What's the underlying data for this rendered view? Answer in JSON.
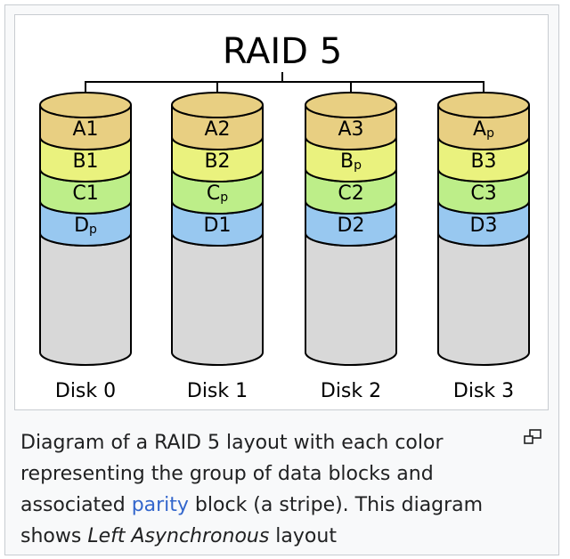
{
  "diagram": {
    "title": "RAID 5",
    "disks": [
      {
        "label": "Disk 0",
        "blocks": [
          {
            "letter": "A",
            "sub": "1",
            "color": "#e8cf82"
          },
          {
            "letter": "B",
            "sub": "1",
            "color": "#eaf27e"
          },
          {
            "letter": "C",
            "sub": "1",
            "color": "#bdee89"
          },
          {
            "letter": "D",
            "sub": "p",
            "color": "#98c8f0"
          }
        ]
      },
      {
        "label": "Disk 1",
        "blocks": [
          {
            "letter": "A",
            "sub": "2",
            "color": "#e8cf82"
          },
          {
            "letter": "B",
            "sub": "2",
            "color": "#eaf27e"
          },
          {
            "letter": "C",
            "sub": "p",
            "color": "#bdee89"
          },
          {
            "letter": "D",
            "sub": "1",
            "color": "#98c8f0"
          }
        ]
      },
      {
        "label": "Disk 2",
        "blocks": [
          {
            "letter": "A",
            "sub": "3",
            "color": "#e8cf82"
          },
          {
            "letter": "B",
            "sub": "p",
            "color": "#eaf27e"
          },
          {
            "letter": "C",
            "sub": "2",
            "color": "#bdee89"
          },
          {
            "letter": "D",
            "sub": "2",
            "color": "#98c8f0"
          }
        ]
      },
      {
        "label": "Disk 3",
        "blocks": [
          {
            "letter": "A",
            "sub": "p",
            "color": "#e8cf82"
          },
          {
            "letter": "B",
            "sub": "3",
            "color": "#eaf27e"
          },
          {
            "letter": "C",
            "sub": "3",
            "color": "#bdee89"
          },
          {
            "letter": "D",
            "sub": "3",
            "color": "#98c8f0"
          }
        ]
      }
    ],
    "empty_color": "#d8d8d8"
  },
  "caption": {
    "before_link": "Diagram of a RAID 5 layout with each color representing the group of data blocks and associated ",
    "link": "parity",
    "after_link": " block (a stripe). This diagram shows ",
    "italic": "Left Asynchronous",
    "end": " layout"
  },
  "icons": {
    "magnify": "magnify-icon"
  }
}
